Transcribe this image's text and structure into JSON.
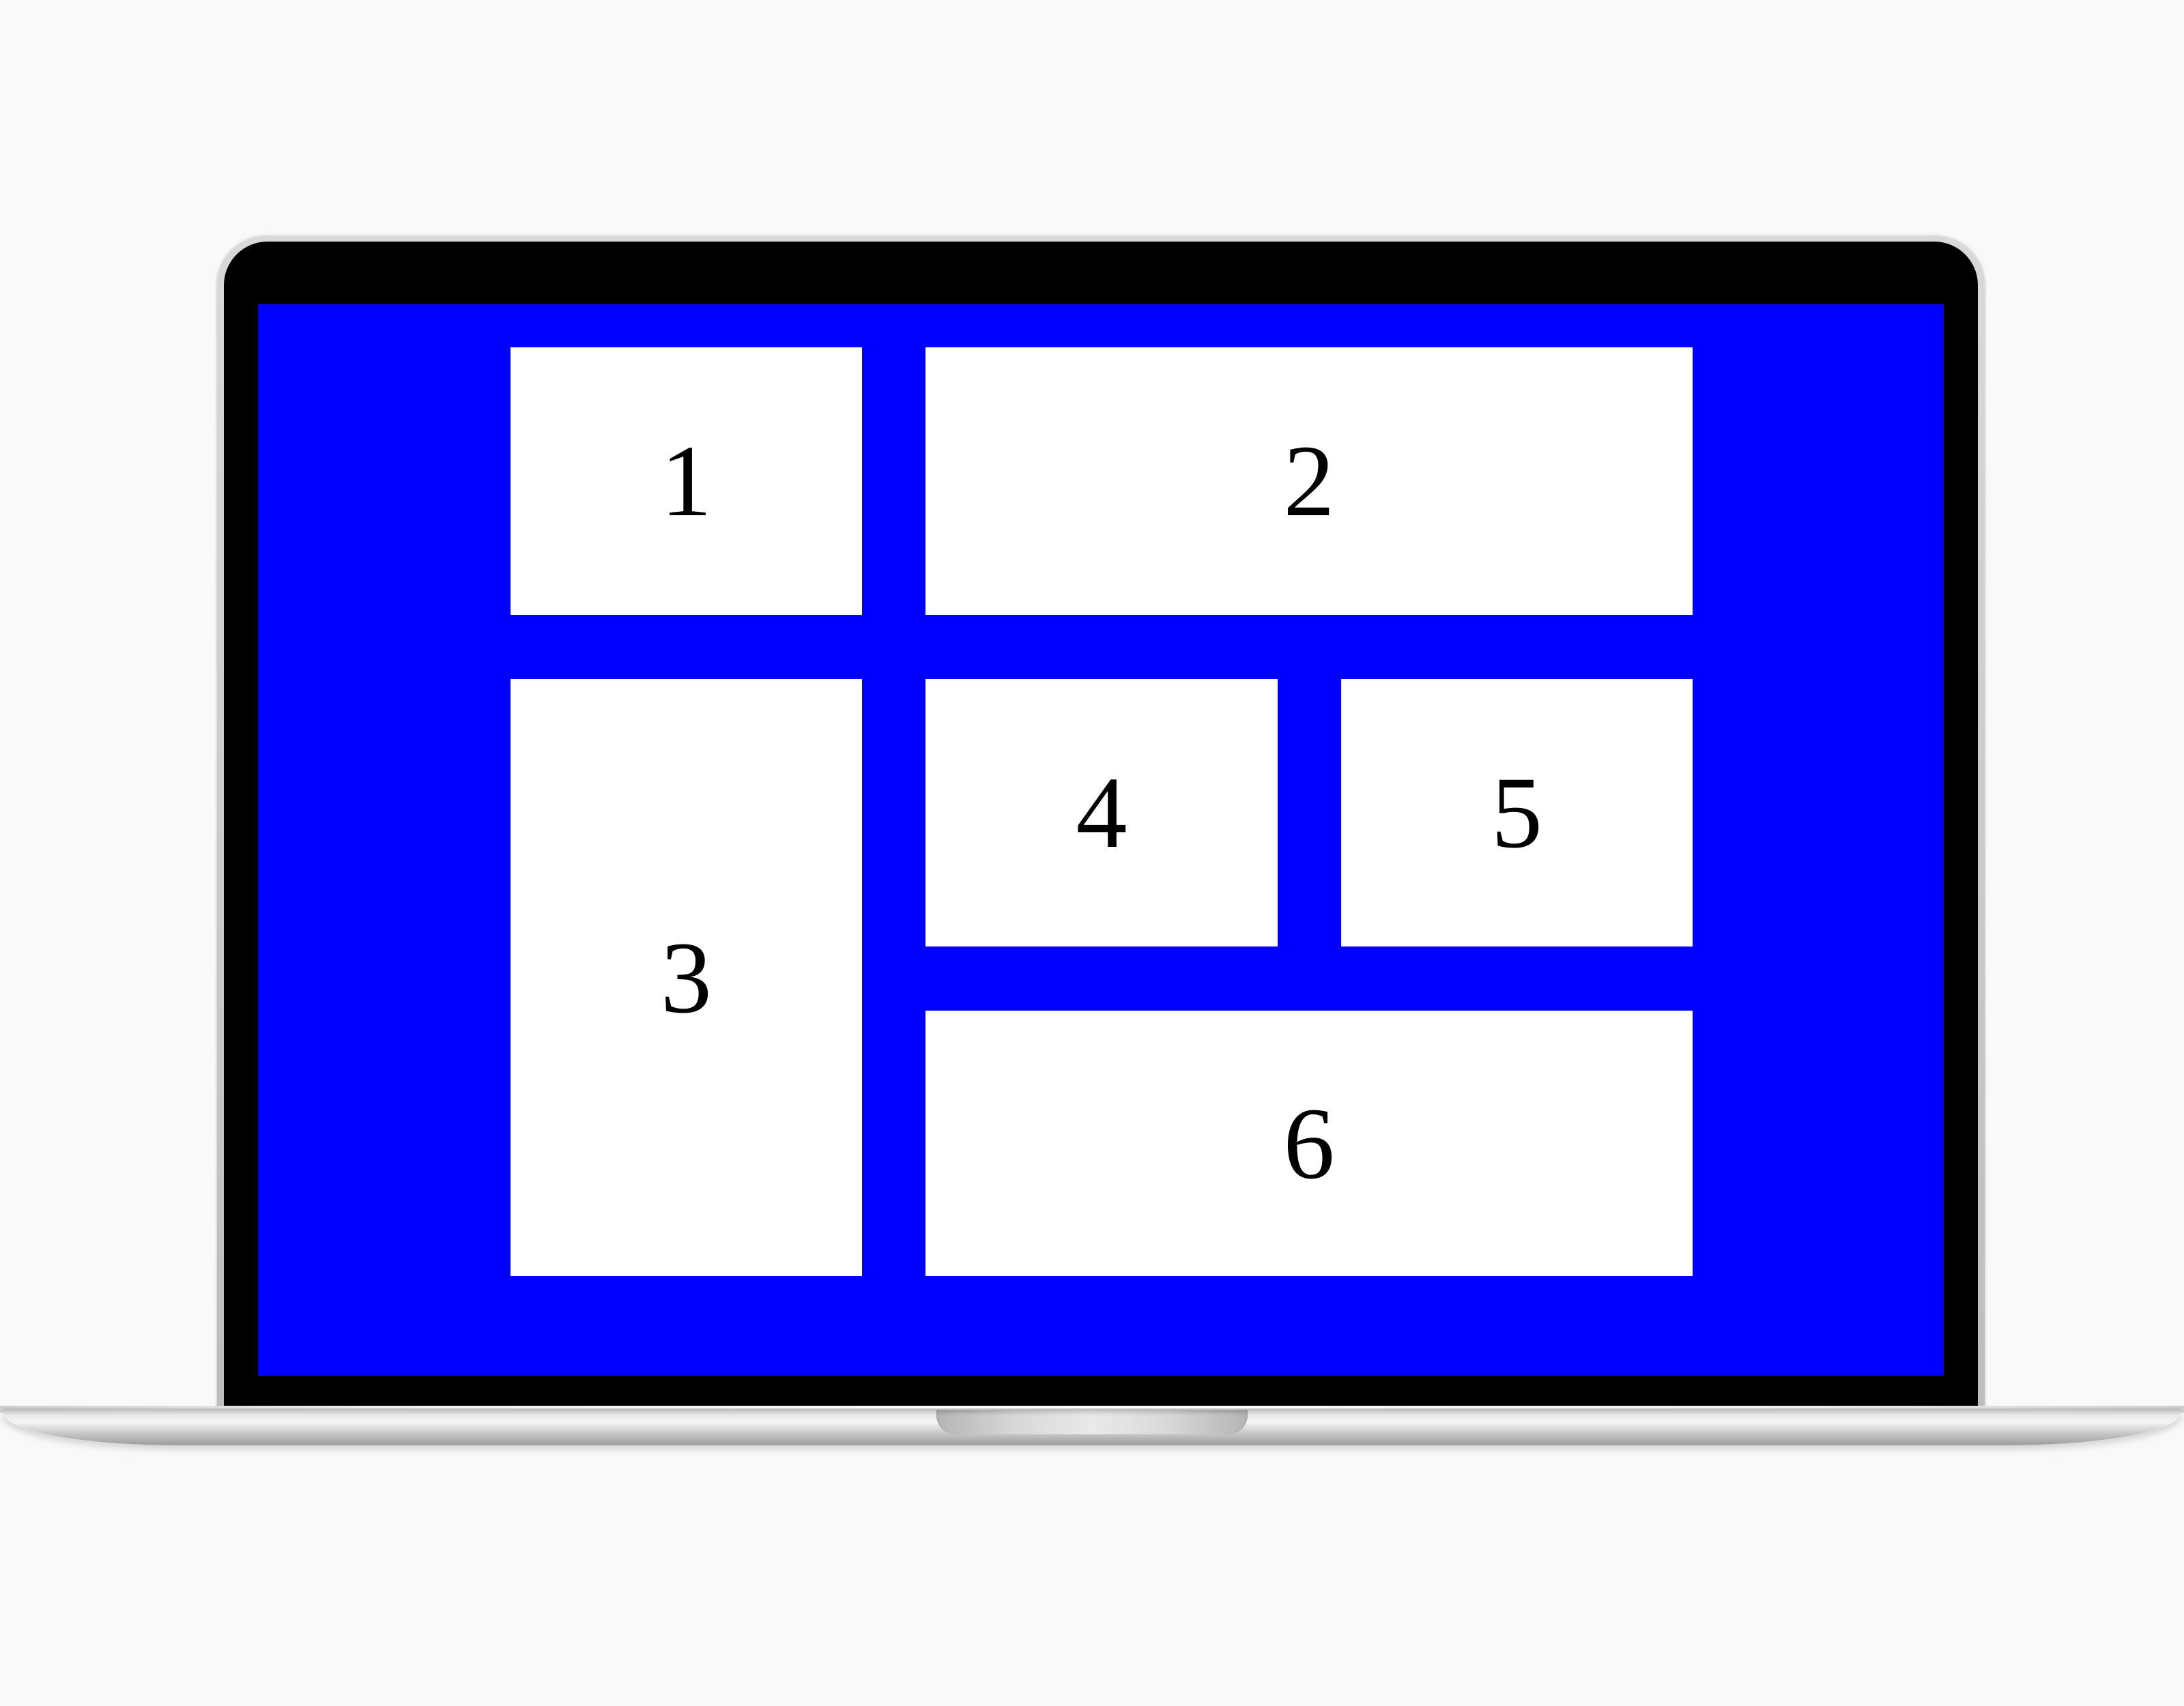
{
  "screen": {
    "background_color": "#0000ff",
    "tile_color": "#ffffff",
    "tiles": [
      {
        "label": "1"
      },
      {
        "label": "2"
      },
      {
        "label": "3"
      },
      {
        "label": "4"
      },
      {
        "label": "5"
      },
      {
        "label": "6"
      }
    ]
  }
}
